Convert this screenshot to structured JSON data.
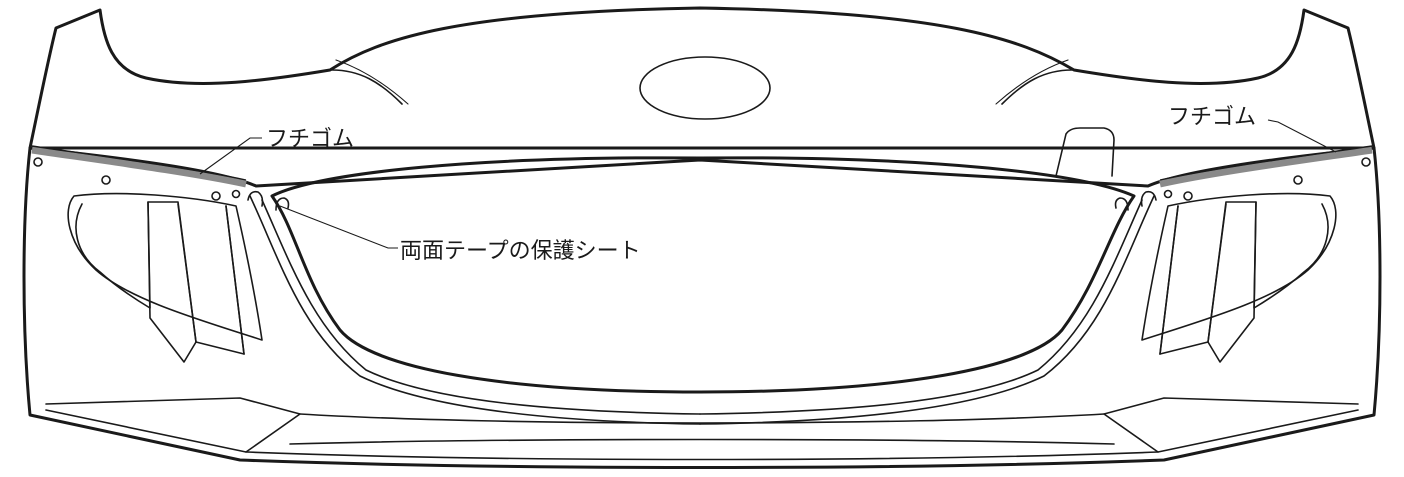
{
  "labels": {
    "edge_rubber_left": "フチゴム",
    "edge_rubber_right": "フチゴム",
    "tape_liner": "両面テープの保護シート"
  },
  "colors": {
    "line": "#1a1a1a",
    "edge_rubber": "#8a8a8a",
    "background": "#ffffff"
  }
}
